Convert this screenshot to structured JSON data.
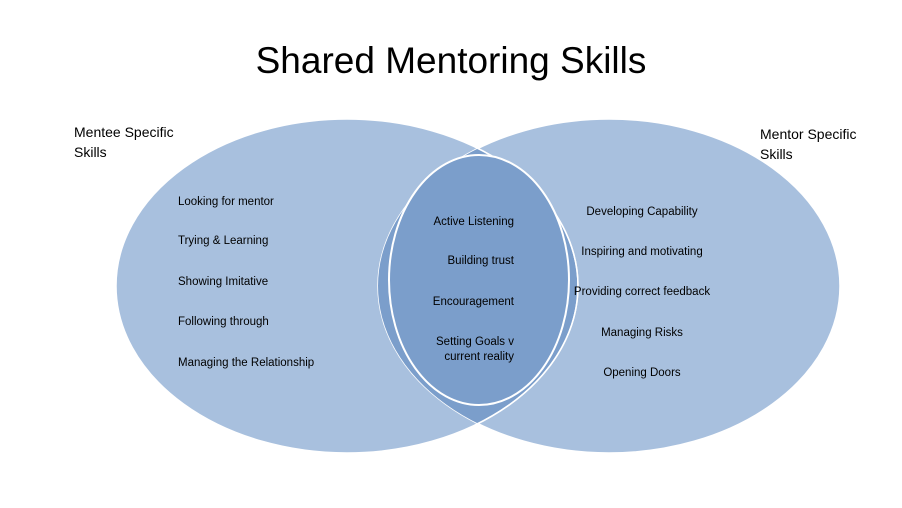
{
  "title": "Shared Mentoring Skills",
  "mentee": {
    "heading_line1": "Mentee Specific",
    "heading_line2": "Skills",
    "items": [
      "Looking for mentor",
      "Trying & Learning",
      "Showing Imitative",
      "Following through",
      "Managing the Relationship"
    ]
  },
  "shared": {
    "items": [
      "Active Listening",
      "Building trust",
      "Encouragement",
      "Setting Goals v",
      "current reality"
    ]
  },
  "mentor": {
    "heading_line1": "Mentor Specific",
    "heading_line2": "Skills",
    "items": [
      "Developing Capability",
      "Inspiring and motivating",
      "Providing correct feedback",
      "Managing Risks",
      "Opening Doors"
    ]
  },
  "colors": {
    "circle": "#a8c0de",
    "overlap": "#7b9ecb",
    "stroke": "#ffffff"
  }
}
